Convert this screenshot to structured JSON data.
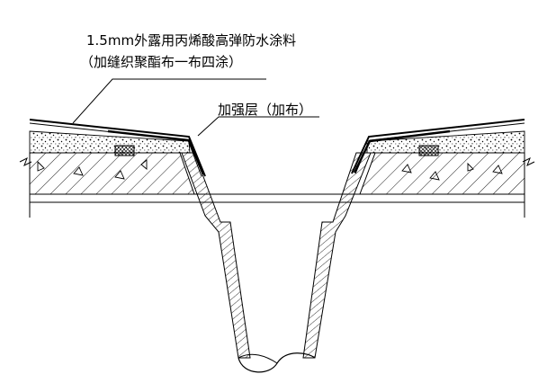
{
  "labels": {
    "membrane_line1": "1.5mm外露用丙烯酸高弹防水涂料",
    "membrane_line2": "（加缝织聚酯布一布四涂）",
    "reinforcement": "加强层（加布）"
  },
  "colors": {
    "line": "#000000",
    "background": "#ffffff"
  }
}
